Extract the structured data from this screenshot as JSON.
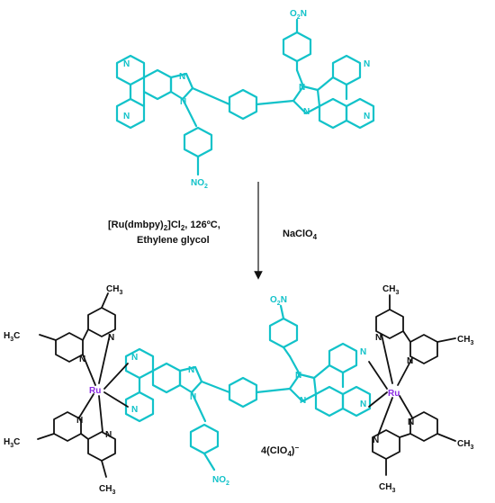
{
  "reagents": {
    "catalyst_main": "[Ru(dmbpy)",
    "catalyst_sub": "2",
    "catalyst_tail": "]Cl",
    "catalyst_sub2": "2",
    "catalyst_temp": ", 126ºC,",
    "solvent": "Ethylene glycol",
    "salt": "NaClO",
    "salt_sub": "4"
  },
  "counterion": {
    "prefix": "4(ClO",
    "sub": "4",
    "suffix": ")",
    "charge": "−"
  },
  "atoms": {
    "N": "N",
    "Ru": "Ru",
    "NO2_main": "NO",
    "NO2_sub": "2",
    "O2N_main": "O",
    "O2N_sub": "2",
    "O2N_tail": "N",
    "CH3_main": "CH",
    "CH3_sub": "3",
    "H3C_main": "H",
    "H3C_sub": "3",
    "H3C_tail": "C"
  },
  "colors": {
    "ligand": "#12c2c9",
    "complex": "#111111",
    "ruthenium": "#8a2be2"
  }
}
